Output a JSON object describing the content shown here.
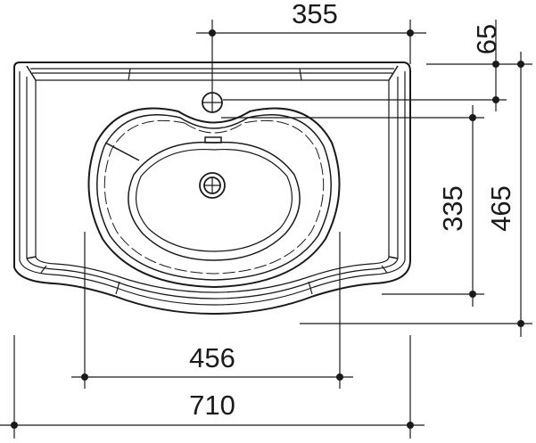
{
  "dimensions": {
    "top_width": "355",
    "rim_depth": "65",
    "bowl_depth": "335",
    "total_depth": "465",
    "bowl_width": "456",
    "total_width": "710"
  },
  "colors": {
    "line": "#1a1a1a",
    "background": "#ffffff"
  }
}
